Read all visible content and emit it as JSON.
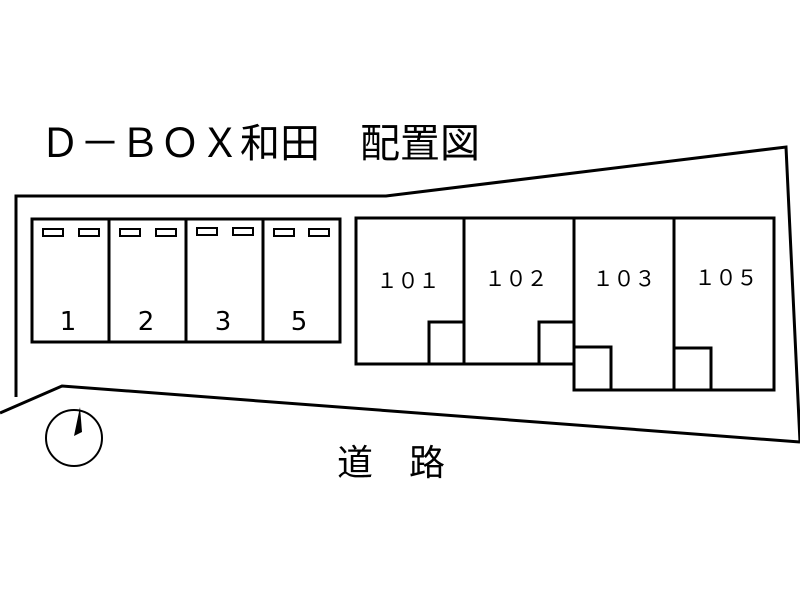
{
  "title": "Ｄ－ＢＯＸ和田　配置図",
  "road_label": "道　路",
  "parking": [
    {
      "label": "1"
    },
    {
      "label": "2"
    },
    {
      "label": "3"
    },
    {
      "label": "5"
    }
  ],
  "units": [
    {
      "label": "１０１"
    },
    {
      "label": "１０２"
    },
    {
      "label": "１０３"
    },
    {
      "label": "１０５"
    }
  ],
  "colors": {
    "line": "#000000",
    "background": "#ffffff"
  },
  "icons": {
    "compass": "north-arrow-icon"
  }
}
